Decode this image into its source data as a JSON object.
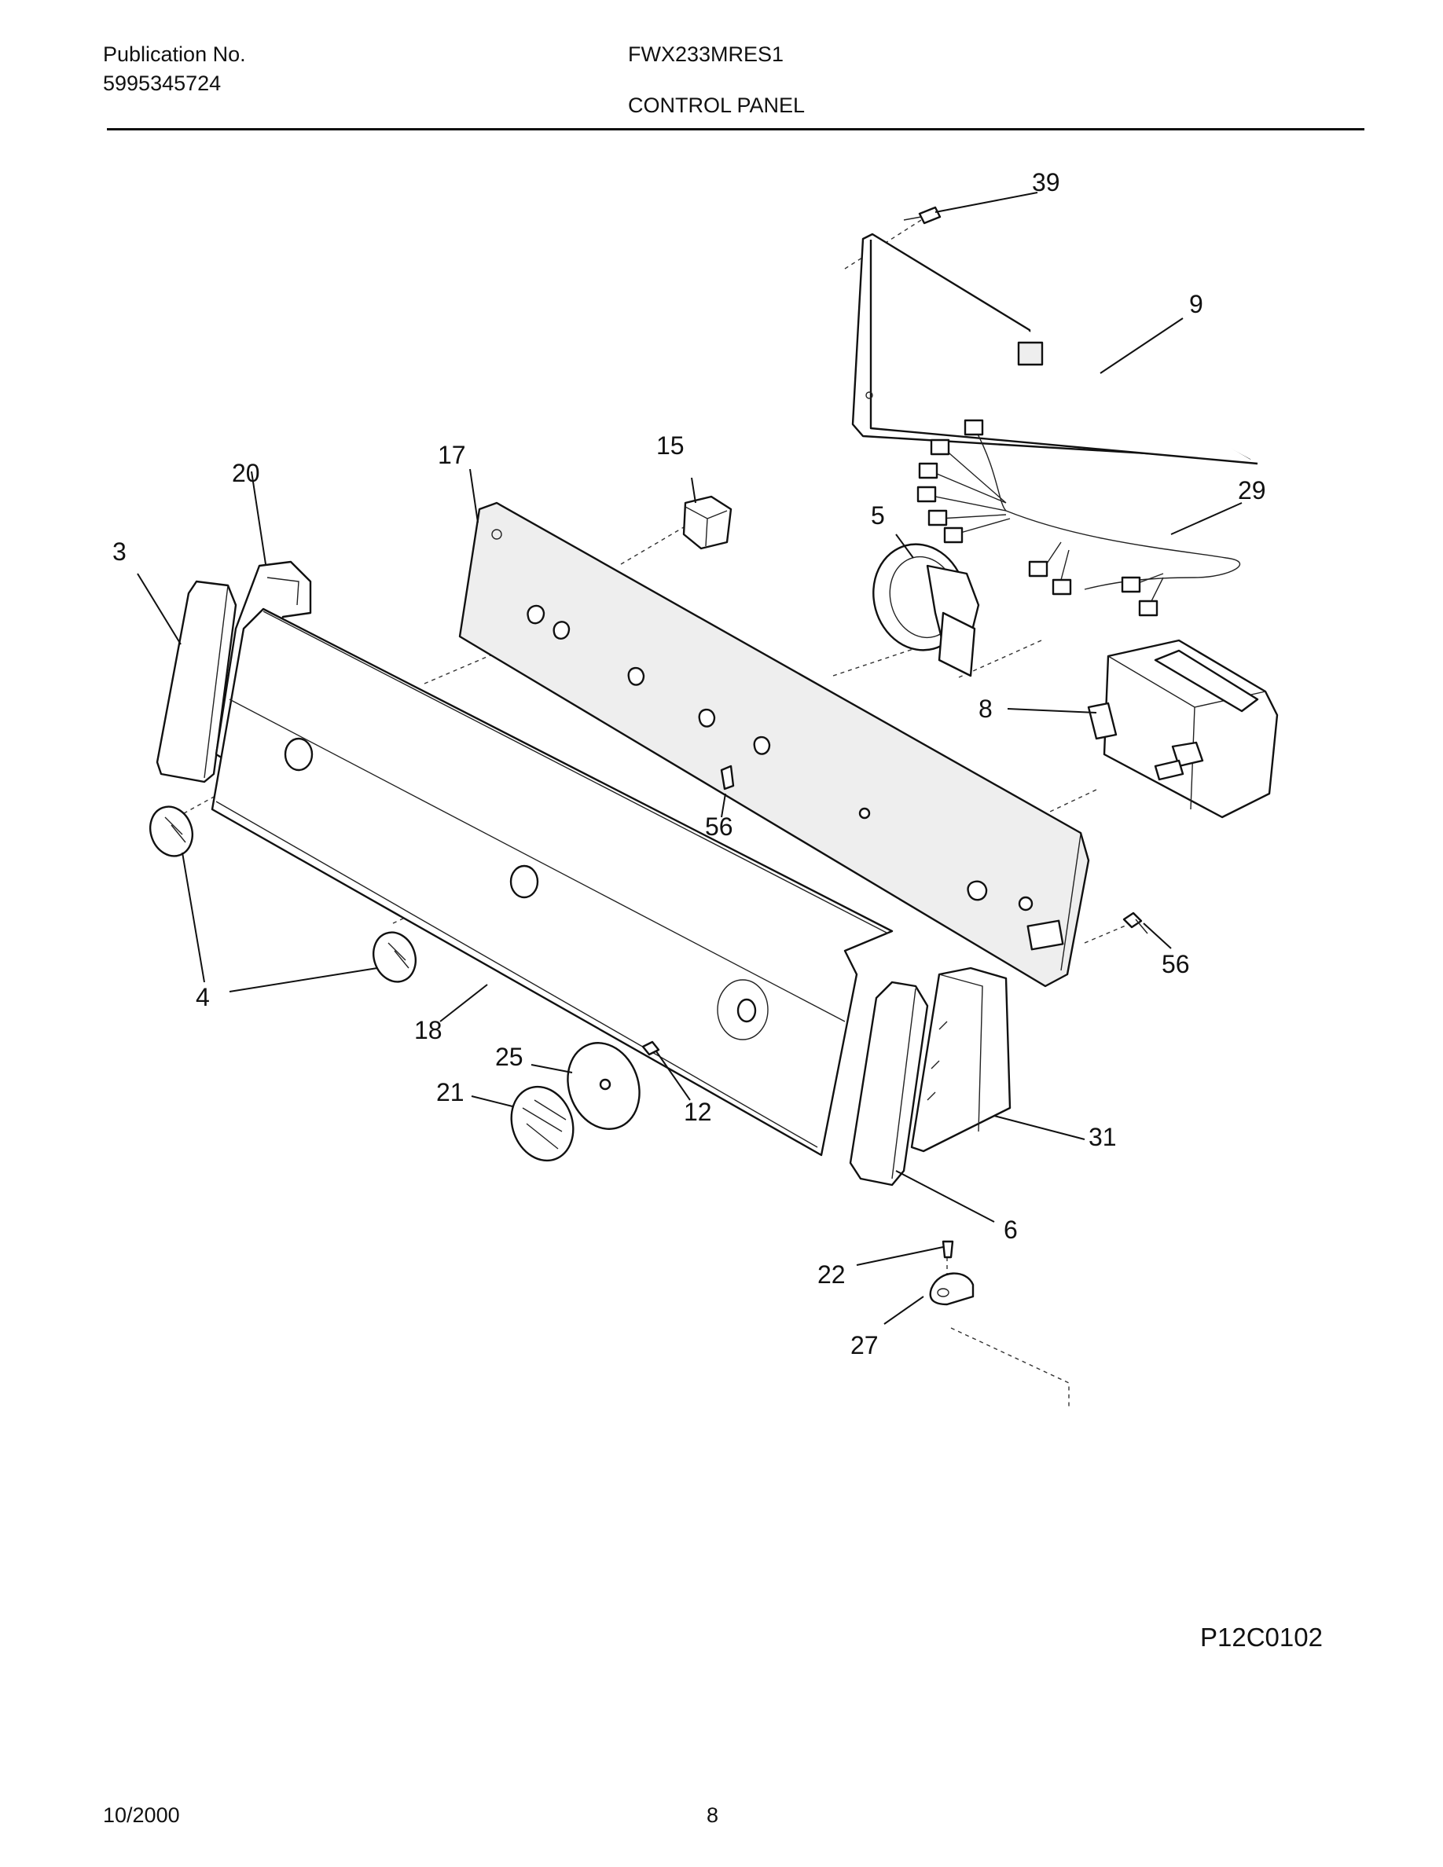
{
  "header": {
    "publication_label": "Publication No.",
    "publication_number": "5995345724",
    "model": "FWX233MRES1",
    "section_title": "CONTROL PANEL"
  },
  "callouts": {
    "c39": "39",
    "c9": "9",
    "c29": "29",
    "c15": "15",
    "c17": "17",
    "c20": "20",
    "c3": "3",
    "c5": "5",
    "c8": "8",
    "c56a": "56",
    "c56b": "56",
    "c4": "4",
    "c18": "18",
    "c25": "25",
    "c21": "21",
    "c12": "12",
    "c31": "31",
    "c6": "6",
    "c22": "22",
    "c27": "27"
  },
  "figure_code": "P12C0102",
  "footer": {
    "date": "10/2000",
    "page": "8"
  }
}
